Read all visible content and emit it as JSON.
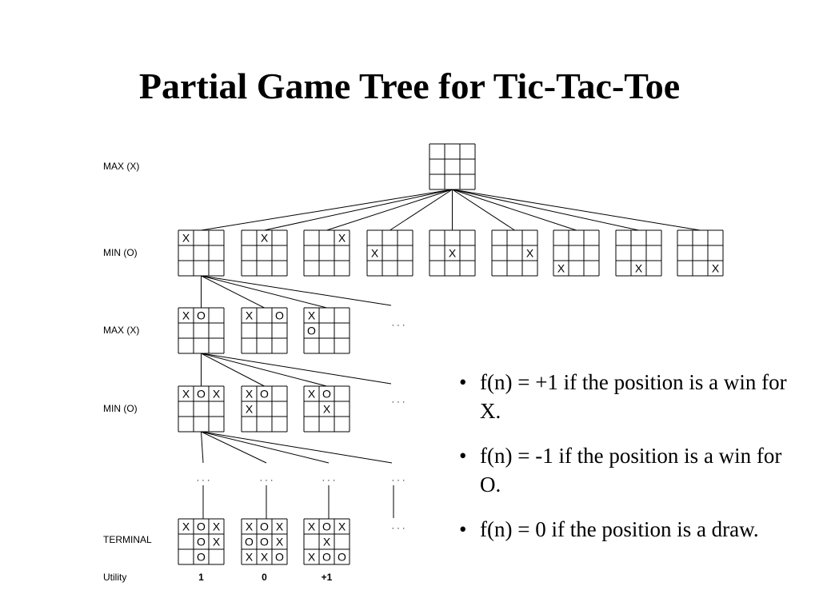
{
  "title": "Partial Game Tree for Tic-Tac-Toe",
  "level_labels": [
    "MAX (X)",
    "MIN (O)",
    "MAX (X)",
    "MIN (O)",
    "TERMINAL"
  ],
  "utility_label": "Utility",
  "ellipsis": "· · ·",
  "levels": [
    {
      "boards": [
        [
          "",
          "",
          "",
          "",
          "",
          "",
          "",
          "",
          ""
        ]
      ]
    },
    {
      "boards": [
        [
          "X",
          "",
          "",
          "",
          "",
          "",
          "",
          "",
          ""
        ],
        [
          "",
          "X",
          "",
          "",
          "",
          "",
          "",
          "",
          ""
        ],
        [
          "",
          "",
          "X",
          "",
          "",
          "",
          "",
          "",
          ""
        ],
        [
          "",
          "",
          "",
          "X",
          "",
          "",
          "",
          "",
          ""
        ],
        [
          "",
          "",
          "",
          "",
          "X",
          "",
          "",
          "",
          ""
        ],
        [
          "",
          "",
          "",
          "",
          "",
          "X",
          "",
          "",
          ""
        ],
        [
          "",
          "",
          "",
          "",
          "",
          "",
          "X",
          "",
          ""
        ],
        [
          "",
          "",
          "",
          "",
          "",
          "",
          "",
          "X",
          ""
        ],
        [
          "",
          "",
          "",
          "",
          "",
          "",
          "",
          "",
          "X"
        ]
      ]
    },
    {
      "boards": [
        [
          "X",
          "O",
          "",
          "",
          "",
          "",
          "",
          "",
          ""
        ],
        [
          "X",
          "",
          "O",
          "",
          "",
          "",
          "",
          "",
          ""
        ],
        [
          "X",
          "",
          "",
          "O",
          "",
          "",
          "",
          "",
          ""
        ]
      ]
    },
    {
      "boards": [
        [
          "X",
          "O",
          "X",
          "",
          "",
          "",
          "",
          "",
          ""
        ],
        [
          "X",
          "O",
          "",
          "X",
          "",
          "",
          "",
          "",
          ""
        ],
        [
          "X",
          "O",
          "",
          "",
          "X",
          "",
          "",
          "",
          ""
        ]
      ]
    },
    {
      "boards": [
        [
          "X",
          "O",
          "X",
          "",
          "O",
          "X",
          "",
          "O",
          ""
        ],
        [
          "X",
          "O",
          "X",
          "O",
          "O",
          "X",
          "X",
          "X",
          "O"
        ],
        [
          "X",
          "O",
          "X",
          "",
          "X",
          "",
          "X",
          "O",
          "O"
        ]
      ]
    }
  ],
  "utilities": [
    "1",
    "0",
    "+1"
  ],
  "bullets": [
    "f(n) = +1 if the position is a win for X.",
    "f(n) = -1 if the position is a win for O.",
    "f(n) = 0 if the position is a draw."
  ],
  "bullet_symbol": "•"
}
